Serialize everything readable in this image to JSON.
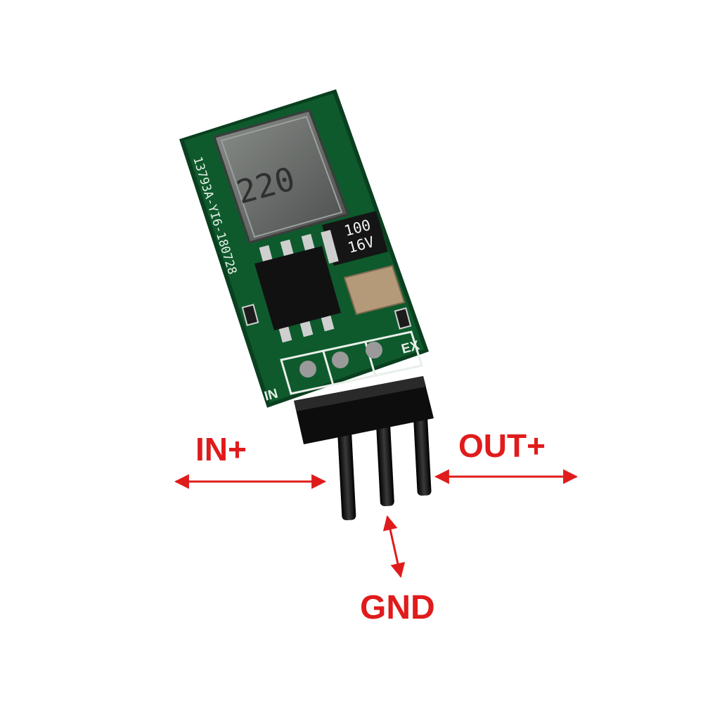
{
  "colors": {
    "background": "#ffffff",
    "pcb": "#0e5a2c",
    "pcb_edge": "#0a3f1f",
    "silkscreen": "#e8efe9",
    "inductor": "#5a5e5c",
    "chip": "#111111",
    "capacitor_body": "#b59a7a",
    "pin": "#1a1a1a",
    "label": "#e01b1b"
  },
  "board": {
    "part_number": "13793A-YI6-180728",
    "inductor_marking": "220",
    "capacitor_value": "100",
    "capacitor_voltage": "16V",
    "silk_in": "IN",
    "silk_ex": "EX"
  },
  "labels": {
    "input": "IN+",
    "output": "OUT+",
    "ground": "GND"
  }
}
